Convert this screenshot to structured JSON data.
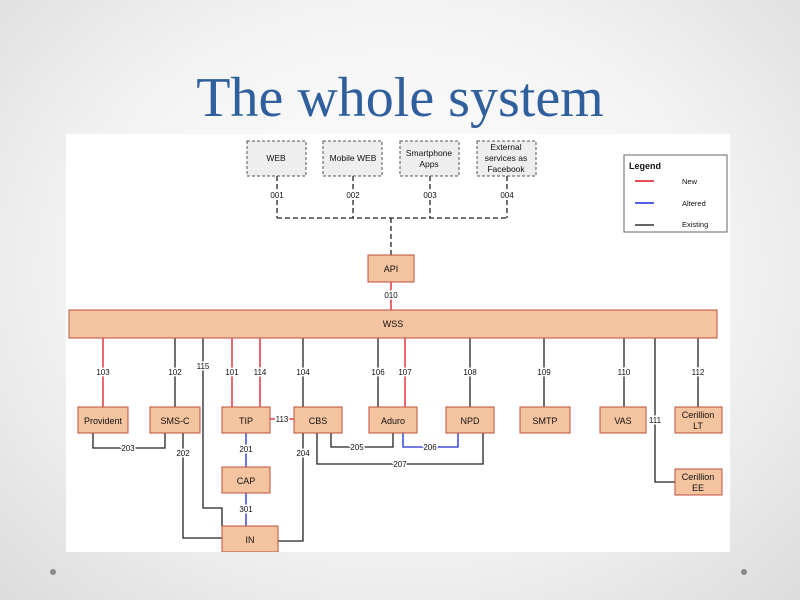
{
  "slide": {
    "title": "The whole system"
  },
  "legend": {
    "title": "Legend",
    "new": "New",
    "altered": "Altered",
    "existing": "Existing"
  },
  "colors": {
    "new": "#e0141e",
    "altered": "#1e2ad2",
    "existing": "#222222",
    "box_fill": "#f4c39f",
    "box_stroke": "#c0503a",
    "title": "#2f5f9c"
  },
  "clients": {
    "web": "WEB",
    "mobile_web": "Mobile WEB",
    "smartphone_1": "Smartphone",
    "smartphone_2": "Apps",
    "external_1": "External",
    "external_2": "services as",
    "external_3": "Facebook"
  },
  "nodes": {
    "api": "API",
    "wss": "WSS",
    "provident": "Provident",
    "sms_c": "SMS-C",
    "tip": "TIP",
    "cbs": "CBS",
    "aduro": "Aduro",
    "npd": "NPD",
    "smtp": "SMTP",
    "vas": "VAS",
    "cerillion_lt_1": "Cerillion",
    "cerillion_lt_2": "LT",
    "cap": "CAP",
    "in": "IN",
    "cerillion_ee_1": "Cerillion",
    "cerillion_ee_2": "EE"
  },
  "links": {
    "l001": "001",
    "l002": "002",
    "l003": "003",
    "l004": "004",
    "l010": "010",
    "l103": "103",
    "l102": "102",
    "l115": "115",
    "l101": "101",
    "l114": "114",
    "l104": "104",
    "l106": "106",
    "l107": "107",
    "l108": "108",
    "l109": "109",
    "l110": "110",
    "l112": "112",
    "l111": "111",
    "l113": "113",
    "l203": "203",
    "l202": "202",
    "l201": "201",
    "l204": "204",
    "l205": "205",
    "l206": "206",
    "l207": "207",
    "l301": "301"
  }
}
